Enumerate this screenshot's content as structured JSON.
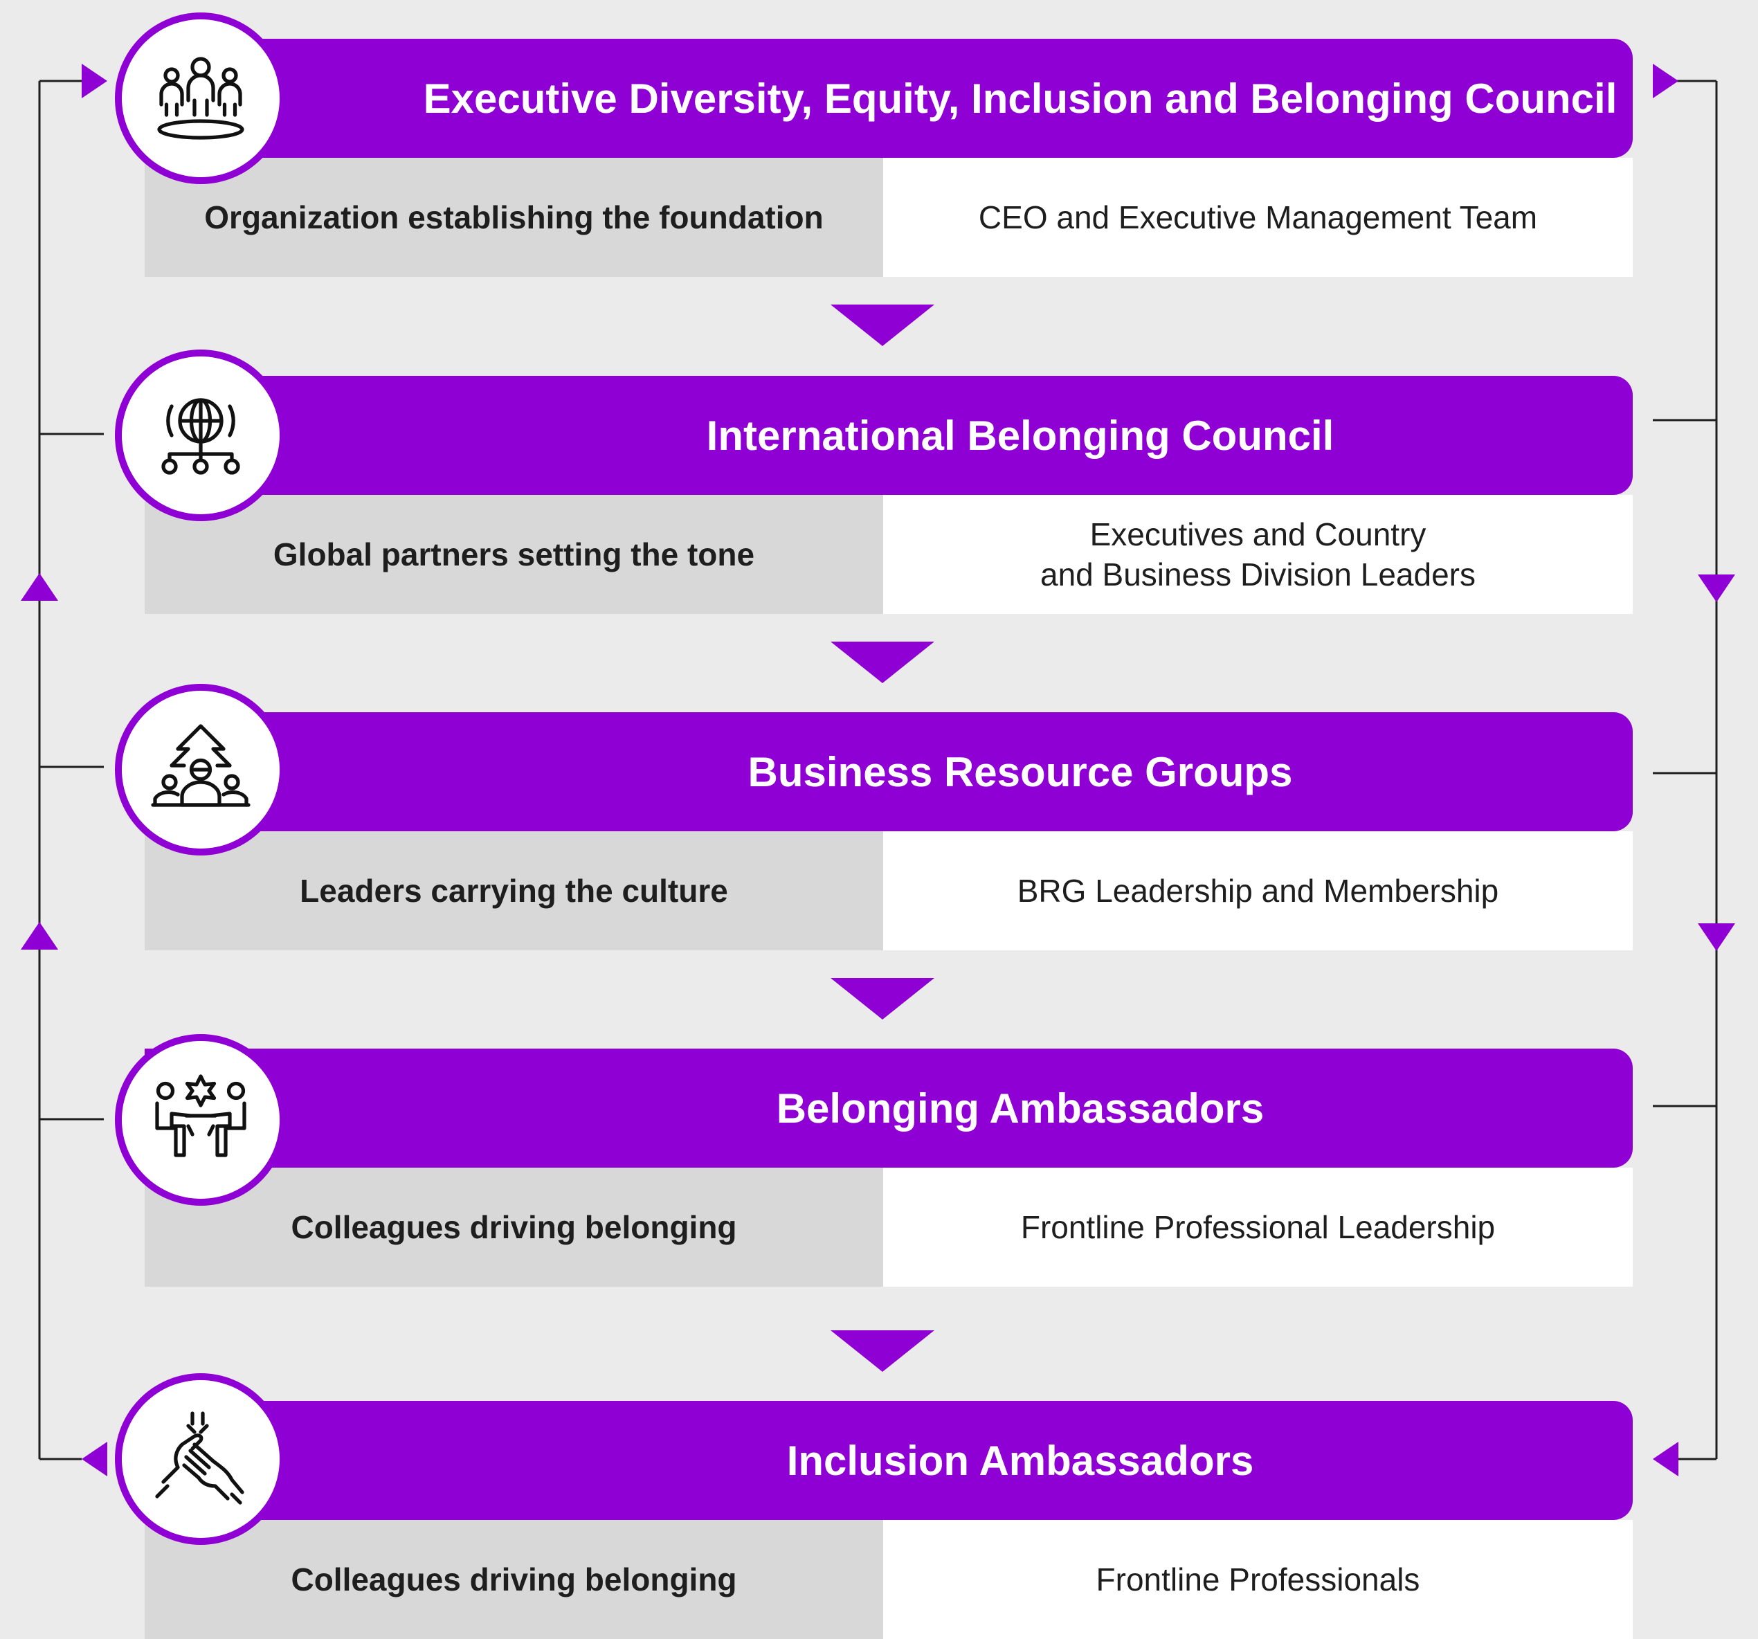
{
  "colors": {
    "accent": "#8f00d4",
    "background": "#ebebeb",
    "left_cell": "#d8d8d8",
    "right_cell": "#ffffff",
    "connector": "#1e1e1e"
  },
  "tiers": [
    {
      "title": "Executive Diversity, Equity, Inclusion and Belonging Council",
      "role": "Organization establishing the foundation",
      "members": "CEO and Executive Management Team",
      "icon": "people-group-icon"
    },
    {
      "title": "International Belonging Council",
      "role": "Global partners setting the tone",
      "members": "Executives and Country\nand Business Division Leaders",
      "icon": "globe-network-icon"
    },
    {
      "title": "Business Resource Groups",
      "role": "Leaders carrying the culture",
      "members": "BRG Leadership and Membership",
      "icon": "people-arrow-up-icon"
    },
    {
      "title": "Belonging Ambassadors",
      "role": "Colleagues driving belonging",
      "members": "Frontline Professional Leadership",
      "icon": "people-collaborating-icon"
    },
    {
      "title": "Inclusion Ambassadors",
      "role": "Colleagues driving belonging",
      "members": "Frontline Professionals",
      "icon": "helping-hands-icon"
    }
  ]
}
